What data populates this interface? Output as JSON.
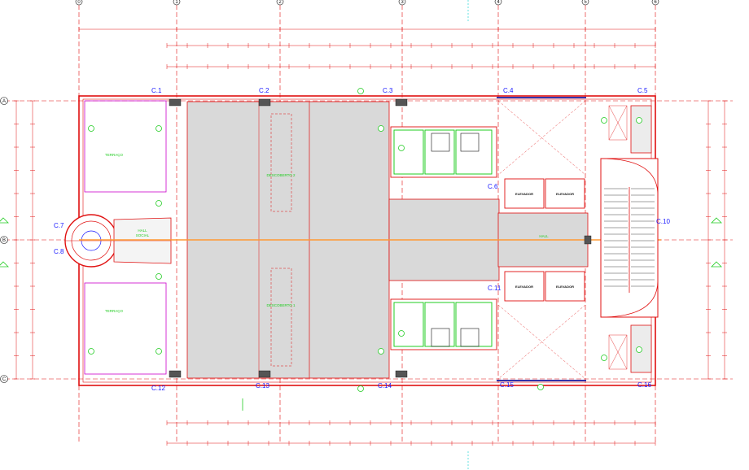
{
  "drawing": {
    "grid_axes_top": [
      "0",
      "1",
      "2",
      "3",
      "4",
      "5",
      "6"
    ],
    "grid_axes_side": [
      "A",
      "B",
      "C"
    ],
    "columns": [
      "C.1",
      "C.2",
      "C.3",
      "C.4",
      "C.5",
      "C.6",
      "C.7",
      "C.8",
      "C.10",
      "C.11",
      "C.12",
      "C.13",
      "C.14",
      "C.15",
      "C.16"
    ],
    "room_labels": {
      "elevador": "ELEVADOR",
      "hall": "HALL",
      "social": "SOCIAL",
      "terraco": "TERRAÇO",
      "descoberto_1": "DESCOBERTO 1",
      "descoberto_2": "DESCOBERTO 2"
    },
    "colors": {
      "wall": "#e01010",
      "dimension": "#e01010",
      "text": "#22cc22",
      "column_label": "#1a1aff",
      "floor_fill": "#d9d9d9",
      "stair_fill": "#ffffff",
      "terrace_outline": "#cc00cc"
    }
  }
}
